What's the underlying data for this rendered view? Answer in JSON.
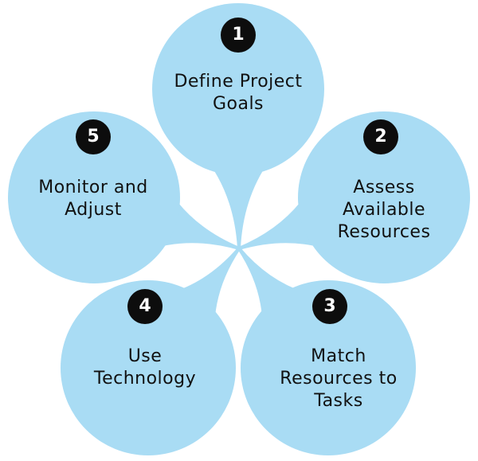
{
  "colors": {
    "petal": "#a9dcf4",
    "badge": "#0d0d0d"
  },
  "steps": [
    {
      "number": "1",
      "label": "Define Project Goals"
    },
    {
      "number": "2",
      "label": "Assess Available Resources"
    },
    {
      "number": "3",
      "label": "Match Resources to Tasks"
    },
    {
      "number": "4",
      "label": "Use Technology"
    },
    {
      "number": "5",
      "label": "Monitor and Adjust"
    }
  ]
}
